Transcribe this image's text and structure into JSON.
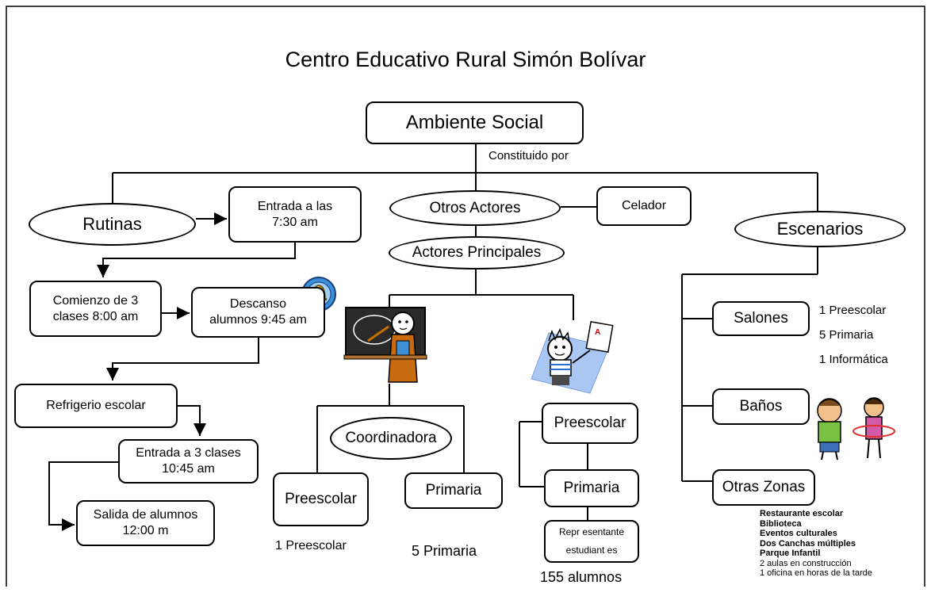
{
  "title": "Centro Educativo Rural Simón Bolívar",
  "root": "Ambiente Social",
  "root_caption": "Constituido por",
  "rutinas": {
    "label": "Rutinas",
    "steps": [
      "Entrada a las\n7:30 am",
      "Comienzo de 3\nclases 8:00 am",
      "Descanso\nalumnos 9:45 am",
      "Refrigerio escolar",
      "Entrada a 3 clases\n10:45 am",
      "Salida de alumnos\n12:00 m"
    ]
  },
  "actores": {
    "otros": "Otros Actores",
    "celador": "Celador",
    "principales": "Actores Principales",
    "coordinadora": "Coordinadora",
    "docentes_preescolar": "Preescolar",
    "docentes_primaria": "Primaria",
    "docentes_preescolar_count": "1 Preescolar",
    "docentes_primaria_count": "5 Primaria",
    "estudiantes_preescolar": "Preescolar",
    "estudiantes_primaria": "Primaria",
    "representante": "Repr esentante\nestudiant es",
    "alumnos_count": "155 alumnos"
  },
  "escenarios": {
    "label": "Escenarios",
    "salones": "Salones",
    "salones_detail": [
      "1 Preescolar",
      "5 Primaria",
      "1 Informática"
    ],
    "banos": "Baños",
    "otras_zonas": "Otras Zonas",
    "zonas_bold": [
      "Restaurante escolar",
      "Biblioteca",
      "Eventos culturales",
      "Dos Canchas múltiples",
      "Parque Infantil"
    ],
    "zonas_plain": [
      "2 aulas en construcción",
      "1 oficina en horas de la tarde"
    ]
  },
  "icons": [
    "bell-icon",
    "teacher-icon",
    "student-icon",
    "children-icon"
  ]
}
